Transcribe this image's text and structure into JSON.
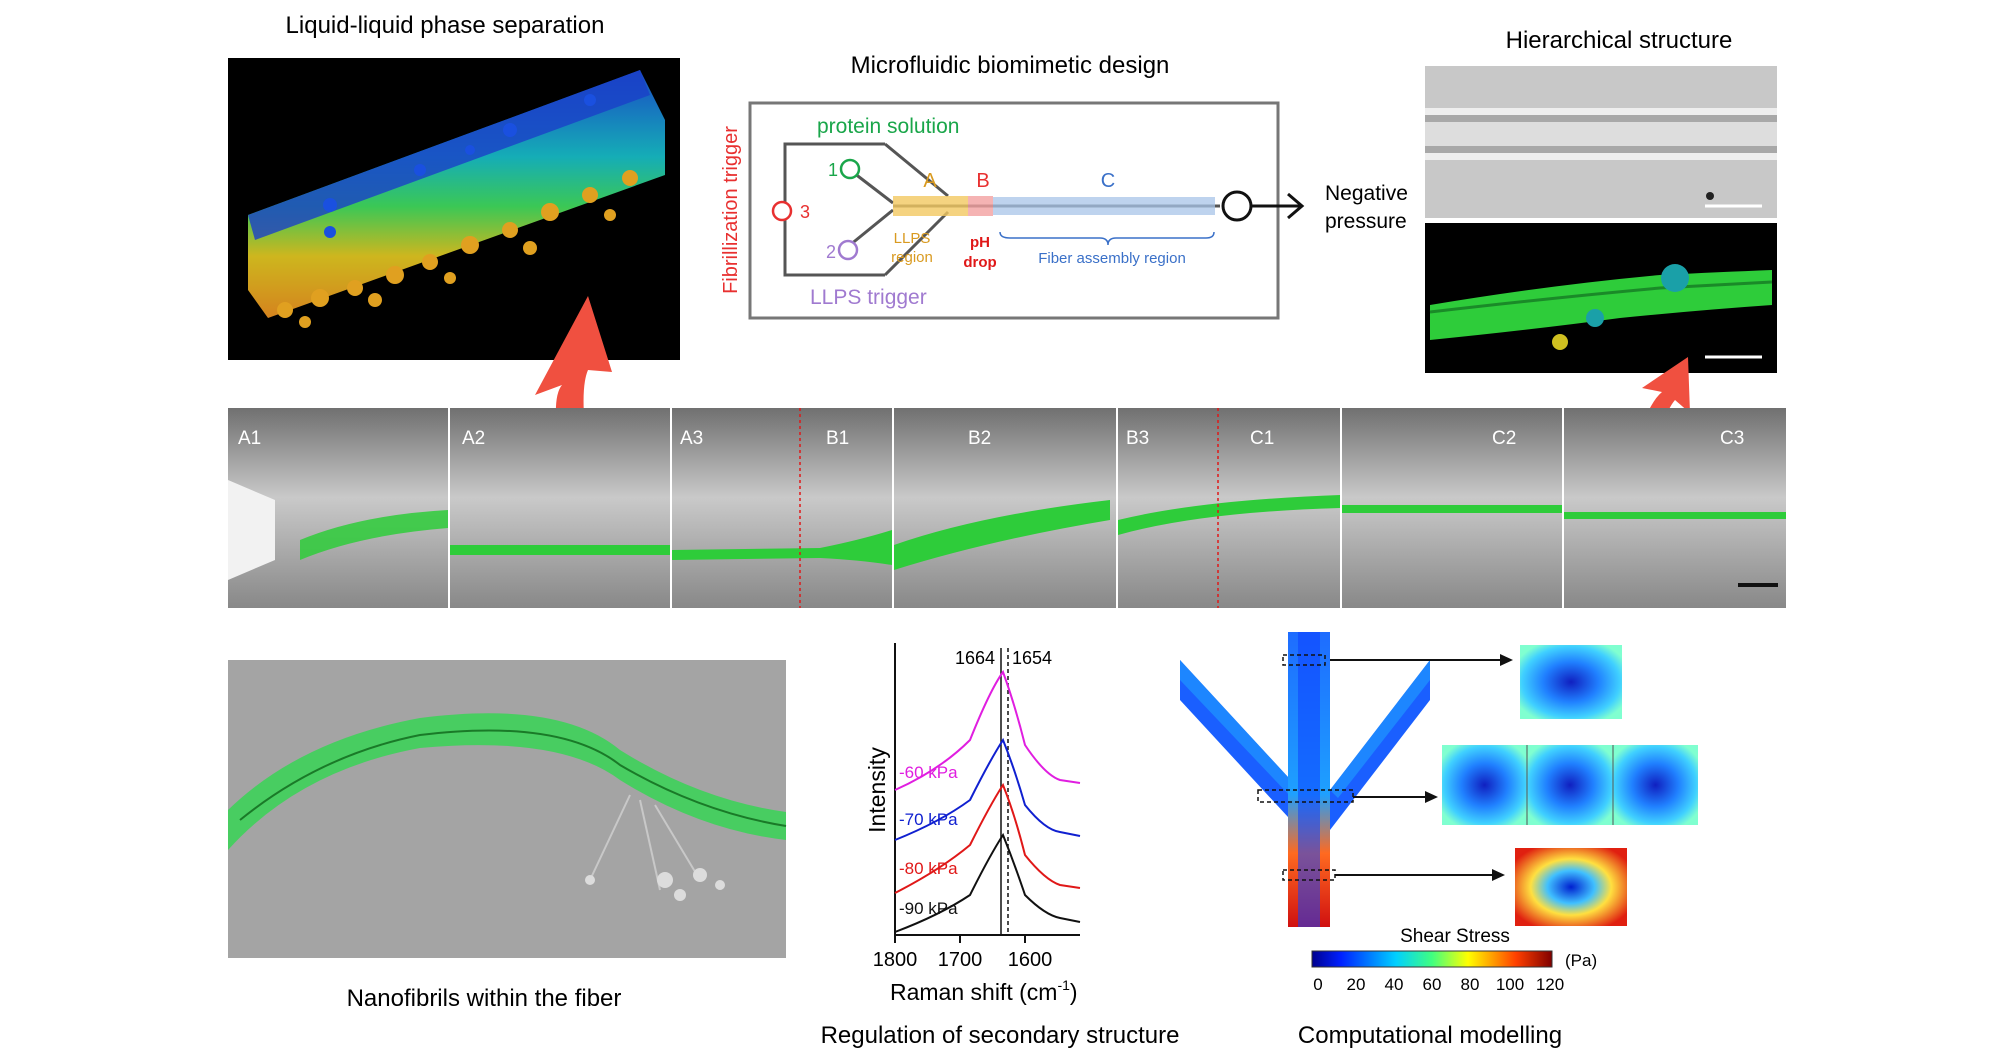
{
  "titles": {
    "llps": "Liquid-liquid phase separation",
    "micro": "Microfluidic biomimetic design",
    "hier": "Hierarchical structure",
    "nano": "Nanofibrils within the fiber",
    "raman": "Regulation of secondary structure",
    "comp": "Computational modelling"
  },
  "design": {
    "protein": "protein solution",
    "inlet1": "1",
    "inlet2": "2",
    "inlet3": "3",
    "regA": "A",
    "regB": "B",
    "regC": "C",
    "llps_region_1": "LLPS",
    "llps_region_2": "region",
    "ph_1": "pH",
    "ph_2": "drop",
    "fiber_region": "Fiber assembly region",
    "llps_trigger": "LLPS trigger",
    "fib_trigger": "Fibrillization trigger",
    "neg_1": "Negative",
    "neg_2": "pressure"
  },
  "strip": [
    "A1",
    "A2",
    "A3",
    "B1",
    "B2",
    "B3",
    "C1",
    "C2",
    "C3"
  ],
  "raman": {
    "peak_1664": "1664",
    "peak_1654": "1654",
    "ylabel": "Intensity",
    "xlabel": "Raman shift (cm",
    "xlabel_sup": "-1",
    "xlabel_end": ")",
    "ticks": [
      "1800",
      "1700",
      "1600"
    ],
    "series": [
      {
        "name": "-60 kPa",
        "color": "#e01ee0"
      },
      {
        "name": "-70 kPa",
        "color": "#1020d0"
      },
      {
        "name": "-80 kPa",
        "color": "#e01818"
      },
      {
        "name": "-90 kPa",
        "color": "#111111"
      }
    ]
  },
  "colorbar": {
    "title": "Shear Stress",
    "unit": "(Pa)",
    "ticks": [
      "0",
      "20",
      "40",
      "60",
      "80",
      "100",
      "120"
    ]
  },
  "colors": {
    "green": "#1aa64a",
    "purple": "#a07ad0",
    "red": "#e83030",
    "orange": "#d99a20",
    "blue": "#3a70c8",
    "arrow": "#f05040"
  }
}
